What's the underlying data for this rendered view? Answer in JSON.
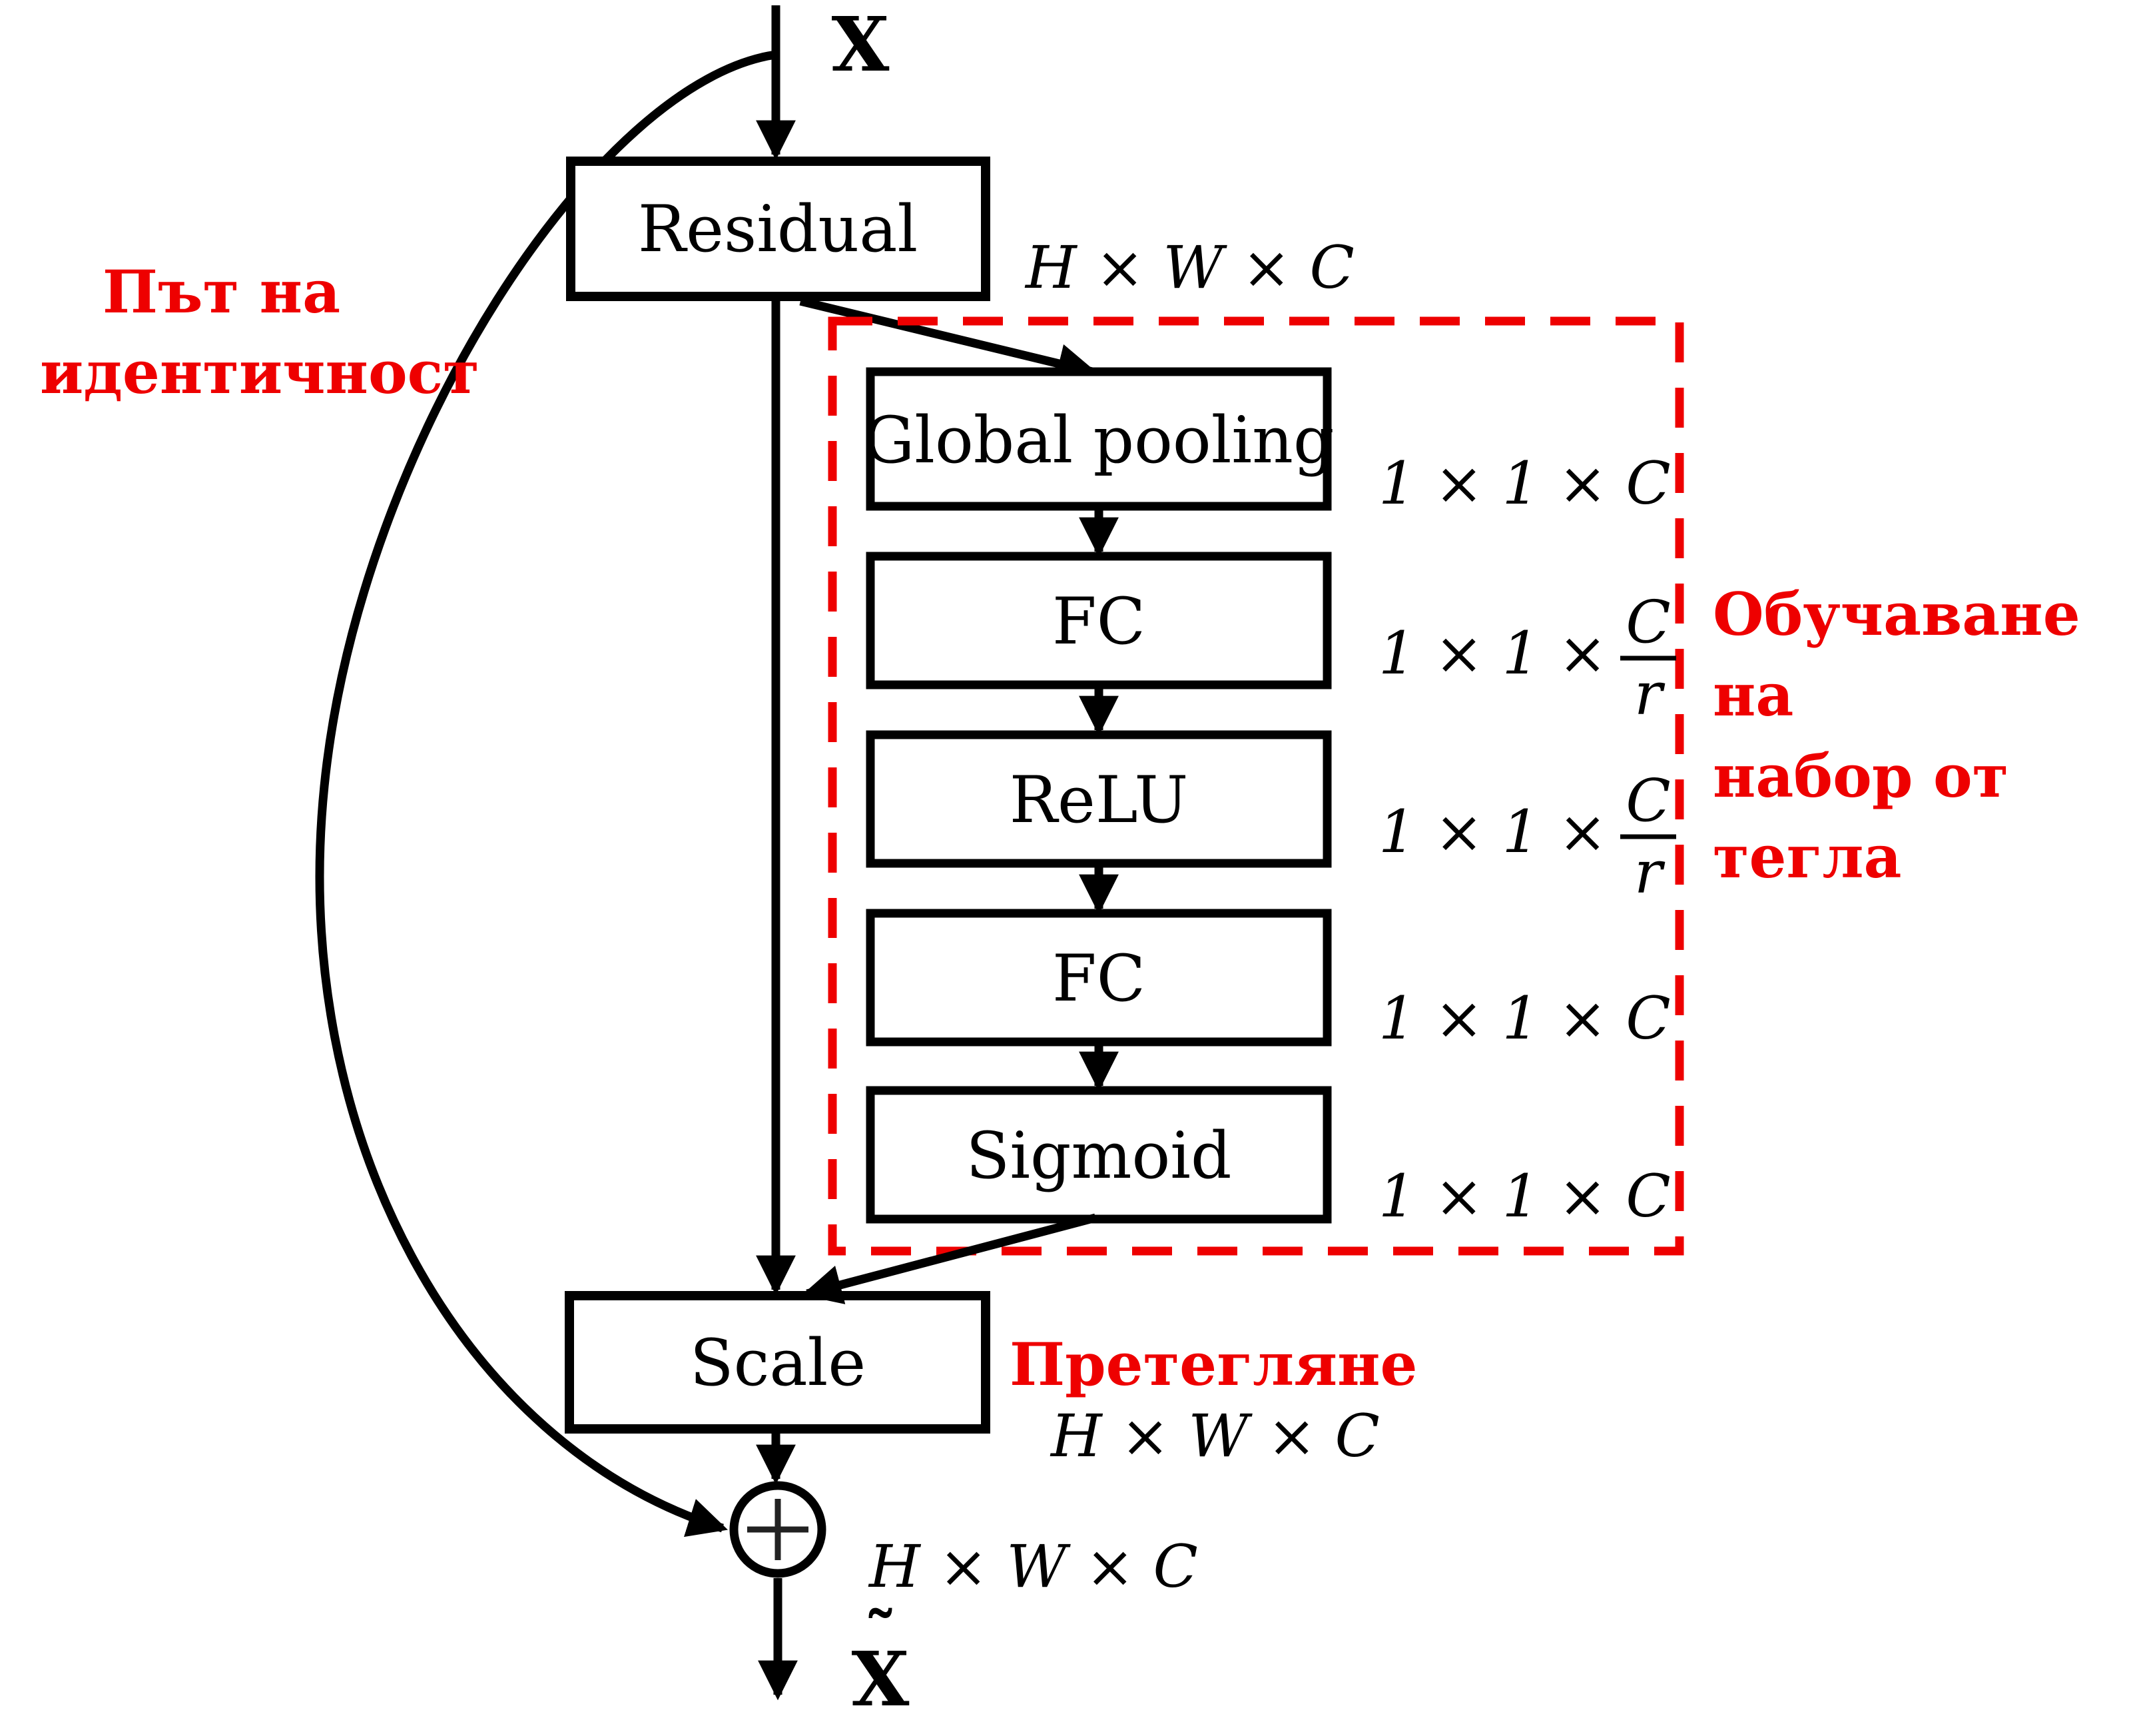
{
  "labels": {
    "input": "X",
    "output_base": "X",
    "output_tilde": "˜",
    "residual": "Residual",
    "global_pooling": "Global pooling",
    "fc1": "FC",
    "relu": "ReLU",
    "fc2": "FC",
    "sigmoid": "Sigmoid",
    "scale": "Scale"
  },
  "dims": {
    "residual_out": "H × W × C",
    "global_pooling_out": "1 × 1 × C",
    "fc1_prefix": "1 × 1 ×",
    "fc1_num": "C",
    "fc1_den": "r",
    "relu_prefix": "1 × 1 ×",
    "relu_num": "C",
    "relu_den": "r",
    "fc2_out": "1 × 1 × C",
    "sigmoid_out": "1 × 1 × C",
    "scale_out": "H × W × C",
    "sum_out": "H × W × C"
  },
  "annotations": {
    "identity_line1": "Път на",
    "identity_line2": "идентичност",
    "training_line1": "Обучаване на",
    "training_line2": "набор от тегла",
    "weighting": "Претегляне"
  },
  "colors": {
    "annotation_red": "#ee0000",
    "dashed_box_red": "#ee0000",
    "line_black": "#000000",
    "plus_gray": "#222222",
    "background": "#ffffff"
  }
}
